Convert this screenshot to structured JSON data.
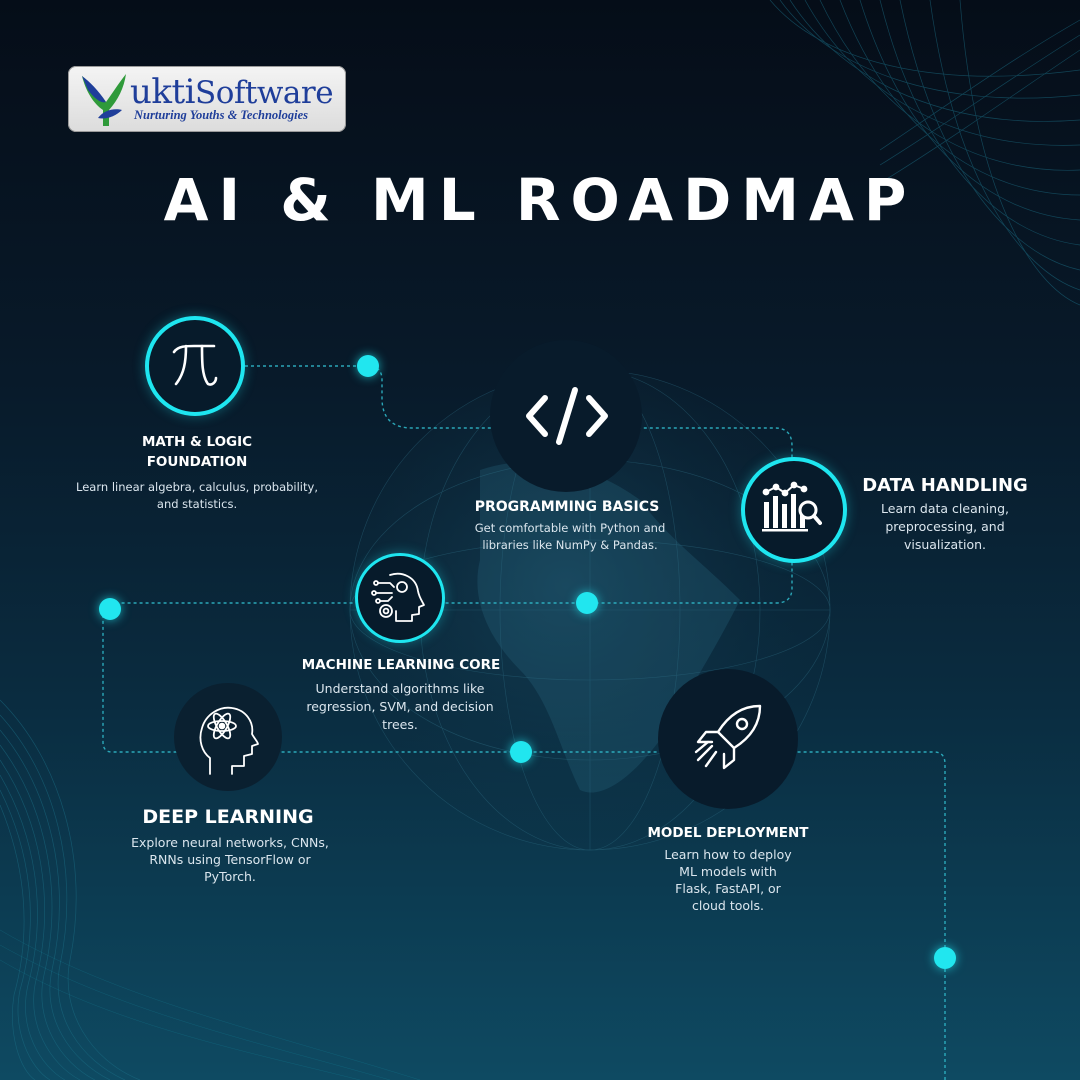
{
  "brand": {
    "logo_word_a": "ukti",
    "logo_word_b": "Software",
    "tagline": "Nurturing Youths & Technologies"
  },
  "title": "AI & ML ROADMAP",
  "colors": {
    "accent": "#1ee6f0",
    "background_top": "#050d18",
    "background_bottom": "#0e4a62"
  },
  "steps": [
    {
      "icon": "pi-icon",
      "title_line1": "MATH & LOGIC",
      "title_line2": "FOUNDATION",
      "desc_line1": "Learn linear algebra, calculus, probability,",
      "desc_line2": "and statistics."
    },
    {
      "icon": "code-brackets-icon",
      "title": "PROGRAMMING BASICS",
      "desc_line1": "Get comfortable with Python and",
      "desc_line2": "libraries like NumPy & Pandas."
    },
    {
      "icon": "chart-magnifier-icon",
      "title": "DATA HANDLING",
      "desc_line1": "Learn data cleaning,",
      "desc_line2": "preprocessing, and",
      "desc_line3": "visualization."
    },
    {
      "icon": "ai-head-circuit-icon",
      "title": "MACHINE LEARNING CORE",
      "desc_line1": "Understand algorithms like",
      "desc_line2": "regression, SVM, and decision",
      "desc_line3": "trees."
    },
    {
      "icon": "brain-atom-icon",
      "title": "DEEP LEARNING",
      "desc_line1": "Explore neural networks, CNNs,",
      "desc_line2": "RNNs using TensorFlow or",
      "desc_line3": "PyTorch."
    },
    {
      "icon": "rocket-icon",
      "title": "MODEL DEPLOYMENT",
      "desc_line1": "Learn how to deploy",
      "desc_line2": "ML models with",
      "desc_line3": "Flask, FastAPI, or",
      "desc_line4": "cloud tools."
    }
  ]
}
